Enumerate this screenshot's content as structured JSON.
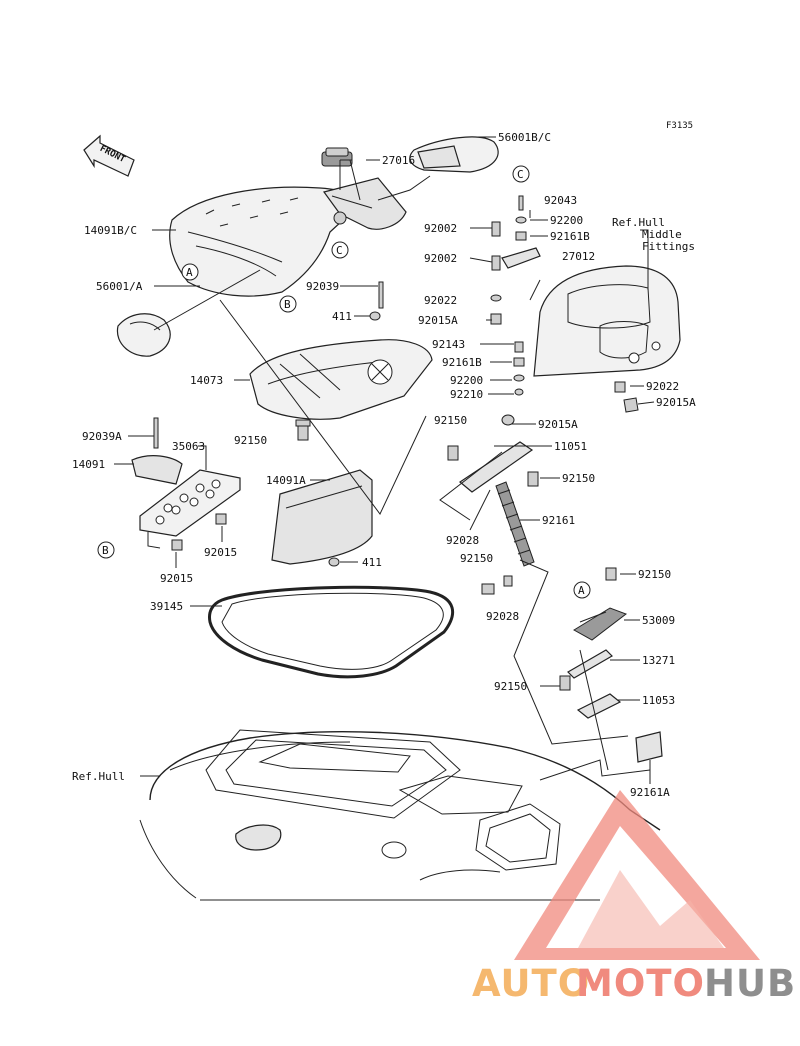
{
  "figure_code": "F3135",
  "front_label": "FRONT",
  "ref_hull_label": "Ref.Hull",
  "ref_hull_middle_label": "Ref.Hull Middle Fittings",
  "ref_hull_middle_lines": [
    "Ref.Hull",
    "Middle",
    "Fittings"
  ],
  "callouts": {
    "56001BC": "56001B/C",
    "27016": "27016",
    "14091BC": "14091B/C",
    "56001A": "56001/A",
    "92039": "92039",
    "411_top": "411",
    "14073": "14073",
    "92150_a": "92150",
    "92039A": "92039A",
    "35063": "35063",
    "14091": "14091",
    "92015_a": "92015",
    "92015_b": "92015",
    "14091A": "14091A",
    "411_bot": "411",
    "39145": "39145",
    "92043": "92043",
    "92200_a": "92200",
    "92161B_a": "92161B",
    "92002_a": "92002",
    "92002_b": "92002",
    "27012": "27012",
    "92022_a": "92022",
    "92015A_a": "92015A",
    "92143": "92143",
    "92161B_b": "92161B",
    "92200_b": "92200",
    "92210": "92210",
    "92022_b": "92022",
    "92015A_b": "92015A",
    "92150_b": "92150",
    "92015A_c": "92015A",
    "11051": "11051",
    "92150_c": "92150",
    "92161": "92161",
    "92028_a": "92028",
    "92150_d": "92150",
    "92028_b": "92028",
    "92150_e": "92150",
    "53009": "53009",
    "13271": "13271",
    "92150_f": "92150",
    "11053": "11053",
    "92161A": "92161A"
  },
  "ref_markers": [
    "A",
    "B",
    "C"
  ],
  "watermark": {
    "part1": "AUTO",
    "part2": "MOTO",
    "part3": "HUB",
    "color1": "#f5b86f",
    "color2": "#f08a7e",
    "color3": "#8e8e8e"
  }
}
